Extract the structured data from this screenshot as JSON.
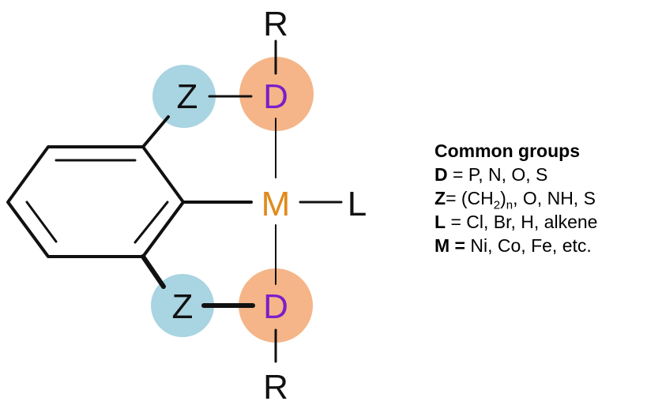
{
  "structure": {
    "colors": {
      "bond": "#111111",
      "donor_circle": "#F5B588",
      "linker_circle": "#A9D4E2",
      "donor_text": "#7A1FC9",
      "metal_text": "#E08A1C",
      "default_text": "#111111"
    },
    "atoms": {
      "r_top": "R",
      "d_top": "D",
      "z_top": "Z",
      "metal": "M",
      "ligand": "L",
      "z_bottom": "Z",
      "d_bottom": "D",
      "r_bottom": "R"
    }
  },
  "legend": {
    "title": "Common groups",
    "rows": [
      {
        "key": "D",
        "sep": " = ",
        "value": "P, N, O, S"
      },
      {
        "key": "Z",
        "sep": "= ",
        "value_pre": "(CH",
        "sub1": "2",
        "value_mid": ")",
        "sub2": "n",
        "value_post": ", O, NH, S"
      },
      {
        "key": "L",
        "sep": " = ",
        "value": "Cl, Br, H, alkene"
      },
      {
        "key": "M",
        "sep": " = ",
        "value": "Ni, Co, Fe, etc."
      }
    ]
  }
}
